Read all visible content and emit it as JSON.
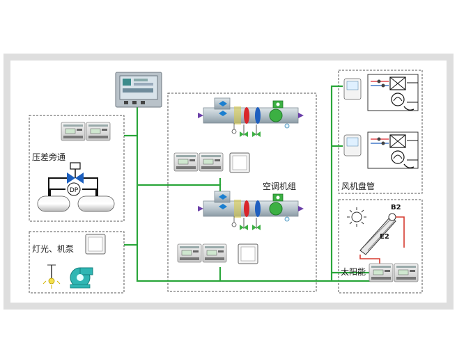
{
  "groups": {
    "pressure_bypass": {
      "label": "压差旁通",
      "sensor_text": "DP"
    },
    "ahu": {
      "label": "空调机组"
    },
    "fan_coil": {
      "label": "风机盘管"
    },
    "lighting_pump": {
      "label": "灯光、机泵"
    },
    "solar": {
      "label": "太阳能",
      "sensor_b2": "B2",
      "sensor_e2": "E2"
    }
  },
  "colors": {
    "outer_frame": "#dedede",
    "network_line": "#2aa63a",
    "dashed_border": "#555555",
    "duct": "#b9c6ce",
    "fan_green": "#3cb043",
    "coil_red": "#d9252a",
    "coil_blue": "#1f5fbf",
    "pipe_red": "#d63a2f"
  },
  "icons": [
    "touch-panel-icon",
    "controller-icon",
    "room-unit-icon",
    "pressure-sensor-icon",
    "tank-icon",
    "valve-icon",
    "fan-icon",
    "damper-icon",
    "lamp-icon",
    "pump-icon",
    "sun-icon",
    "solar-collector-icon",
    "thermostat-icon",
    "fan-coil-unit-icon"
  ]
}
